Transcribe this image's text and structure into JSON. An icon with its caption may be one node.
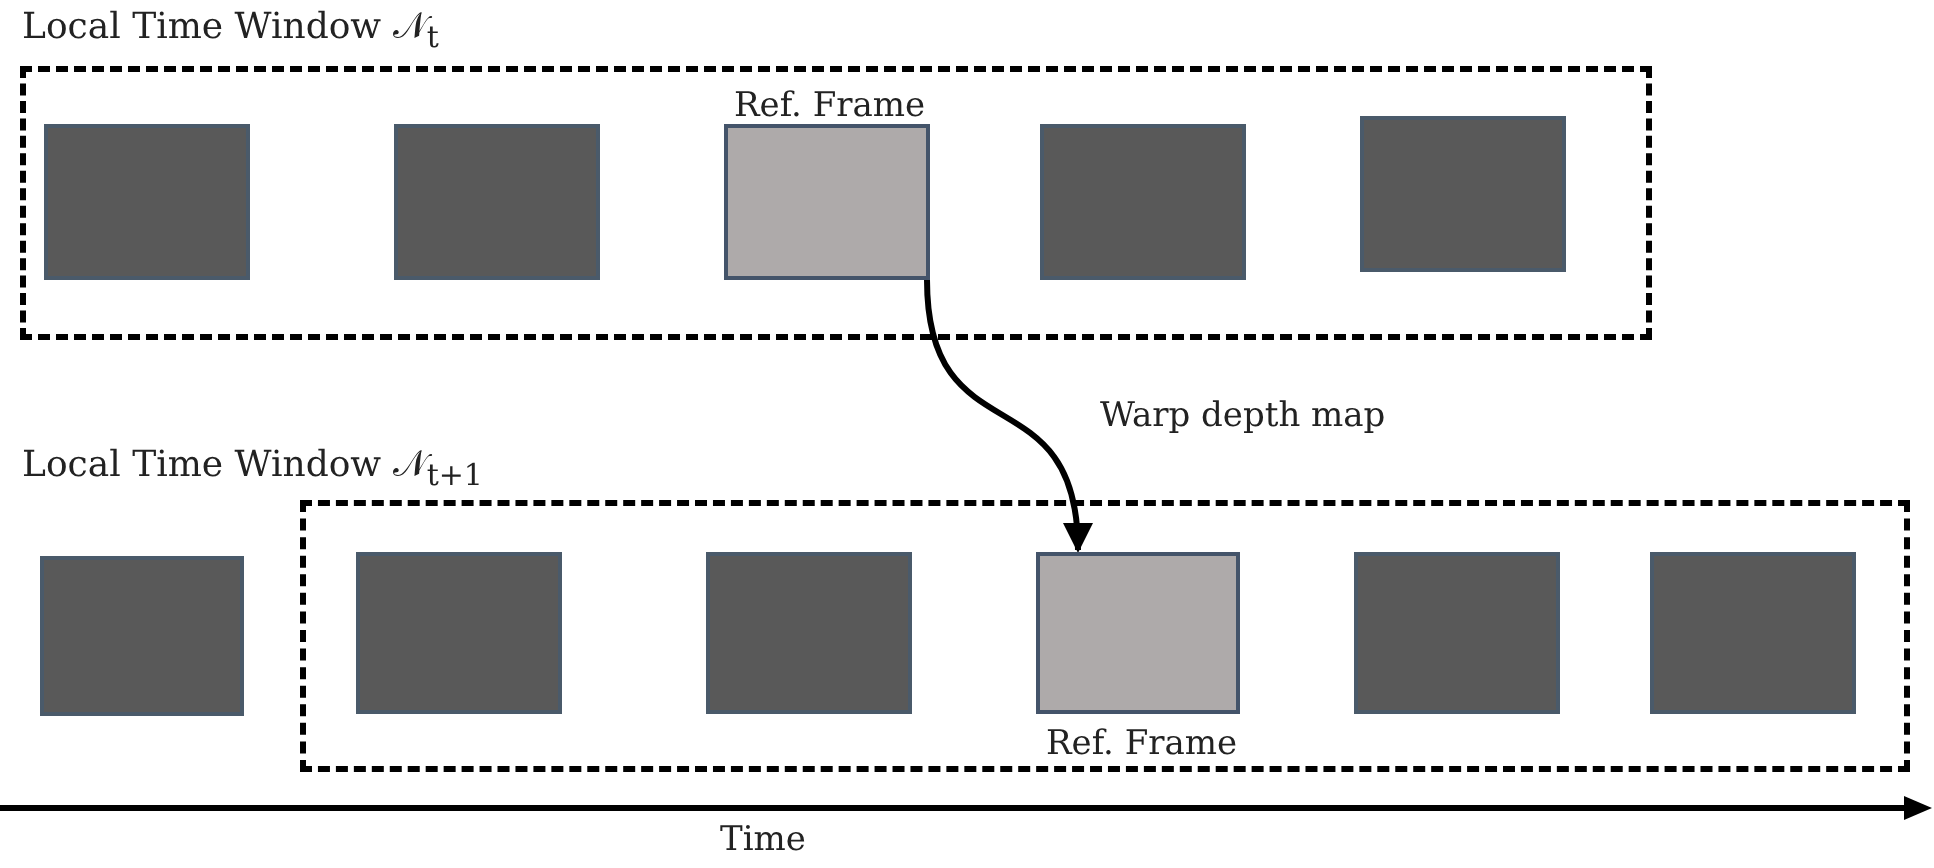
{
  "diagram": {
    "nodes": [
      {
        "text": [
          "Local Time Window 𝒩$_{t}$"
        ]
      },
      {
        "text": [],
        "shape": "box",
        "in": 0
      },
      {
        "text": [],
        "shape": "box",
        "in": 0
      },
      {
        "text": [
          "Ref. Frame"
        ],
        "in": 0
      },
      {
        "text": [],
        "shape": "box",
        "in": 0
      },
      {
        "text": [],
        "shape": "box",
        "in": 0
      },
      {
        "text": [
          "Local Time Window 𝒩$_{t+1}$"
        ]
      },
      {
        "text": [],
        "shape": "box"
      },
      {
        "text": [],
        "shape": "box",
        "in": 6
      },
      {
        "text": [],
        "shape": "box",
        "in": 6
      },
      {
        "text": [
          "Ref. Frame"
        ],
        "in": 6
      },
      {
        "text": [],
        "shape": "box",
        "in": 6
      },
      {
        "text": [],
        "shape": "box",
        "in": 6
      }
    ],
    "edges": [
      {
        "from": 3,
        "to": 10,
        "arrow": "to",
        "label": "Warp depth map"
      }
    ],
    "labels": [
      "Time"
    ]
  }
}
